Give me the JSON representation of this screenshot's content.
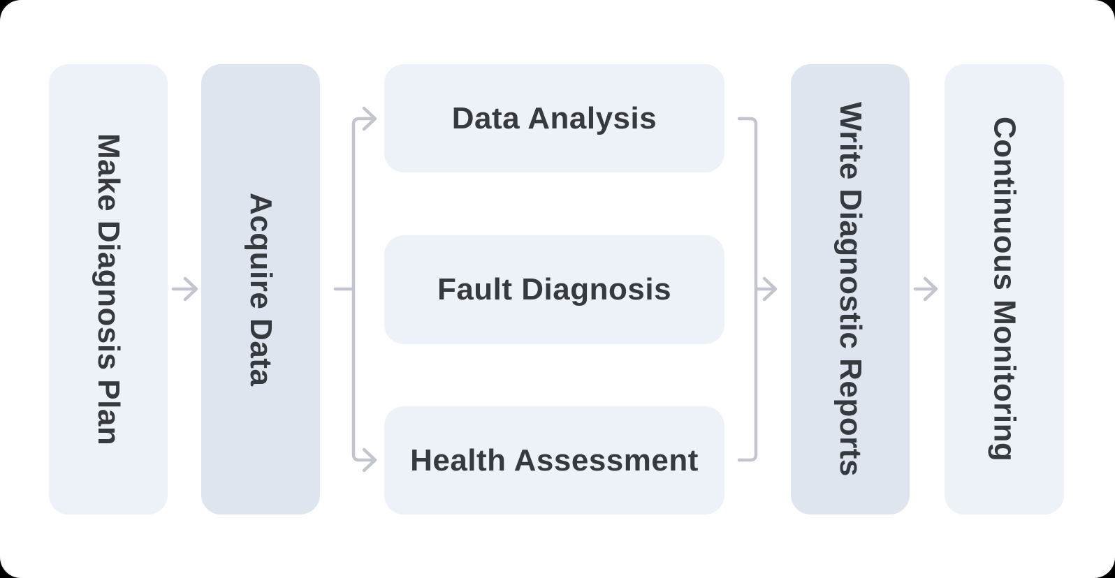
{
  "colors": {
    "box_light": "#edf1f8",
    "box_dark": "#dee5ef",
    "text": "#36393d",
    "connector": "#c2c5cd",
    "card_background": "#ffffff",
    "outer_background": "#000000"
  },
  "diagram": {
    "type": "flowchart",
    "direction": "left-to-right",
    "nodes": {
      "make_diagnosis_plan": {
        "label": "Make Diagnosis Plan"
      },
      "acquire_data": {
        "label": "Acquire Data"
      },
      "data_analysis": {
        "label": "Data Analysis"
      },
      "fault_diagnosis": {
        "label": "Fault Diagnosis"
      },
      "health_assessment": {
        "label": "Health Assessment"
      },
      "write_diagnostic_reports": {
        "label": "Write Diagnostic Reports"
      },
      "continuous_monitoring": {
        "label": "Continuous Monitoring"
      }
    },
    "edges": [
      {
        "from": "make_diagnosis_plan",
        "to": "acquire_data"
      },
      {
        "from": "acquire_data",
        "to": "data_analysis"
      },
      {
        "from": "acquire_data",
        "to": "health_assessment"
      },
      {
        "from": "data_analysis",
        "to": "write_diagnostic_reports"
      },
      {
        "from": "health_assessment",
        "to": "write_diagnostic_reports"
      },
      {
        "from": "write_diagnostic_reports",
        "to": "continuous_monitoring"
      }
    ]
  }
}
